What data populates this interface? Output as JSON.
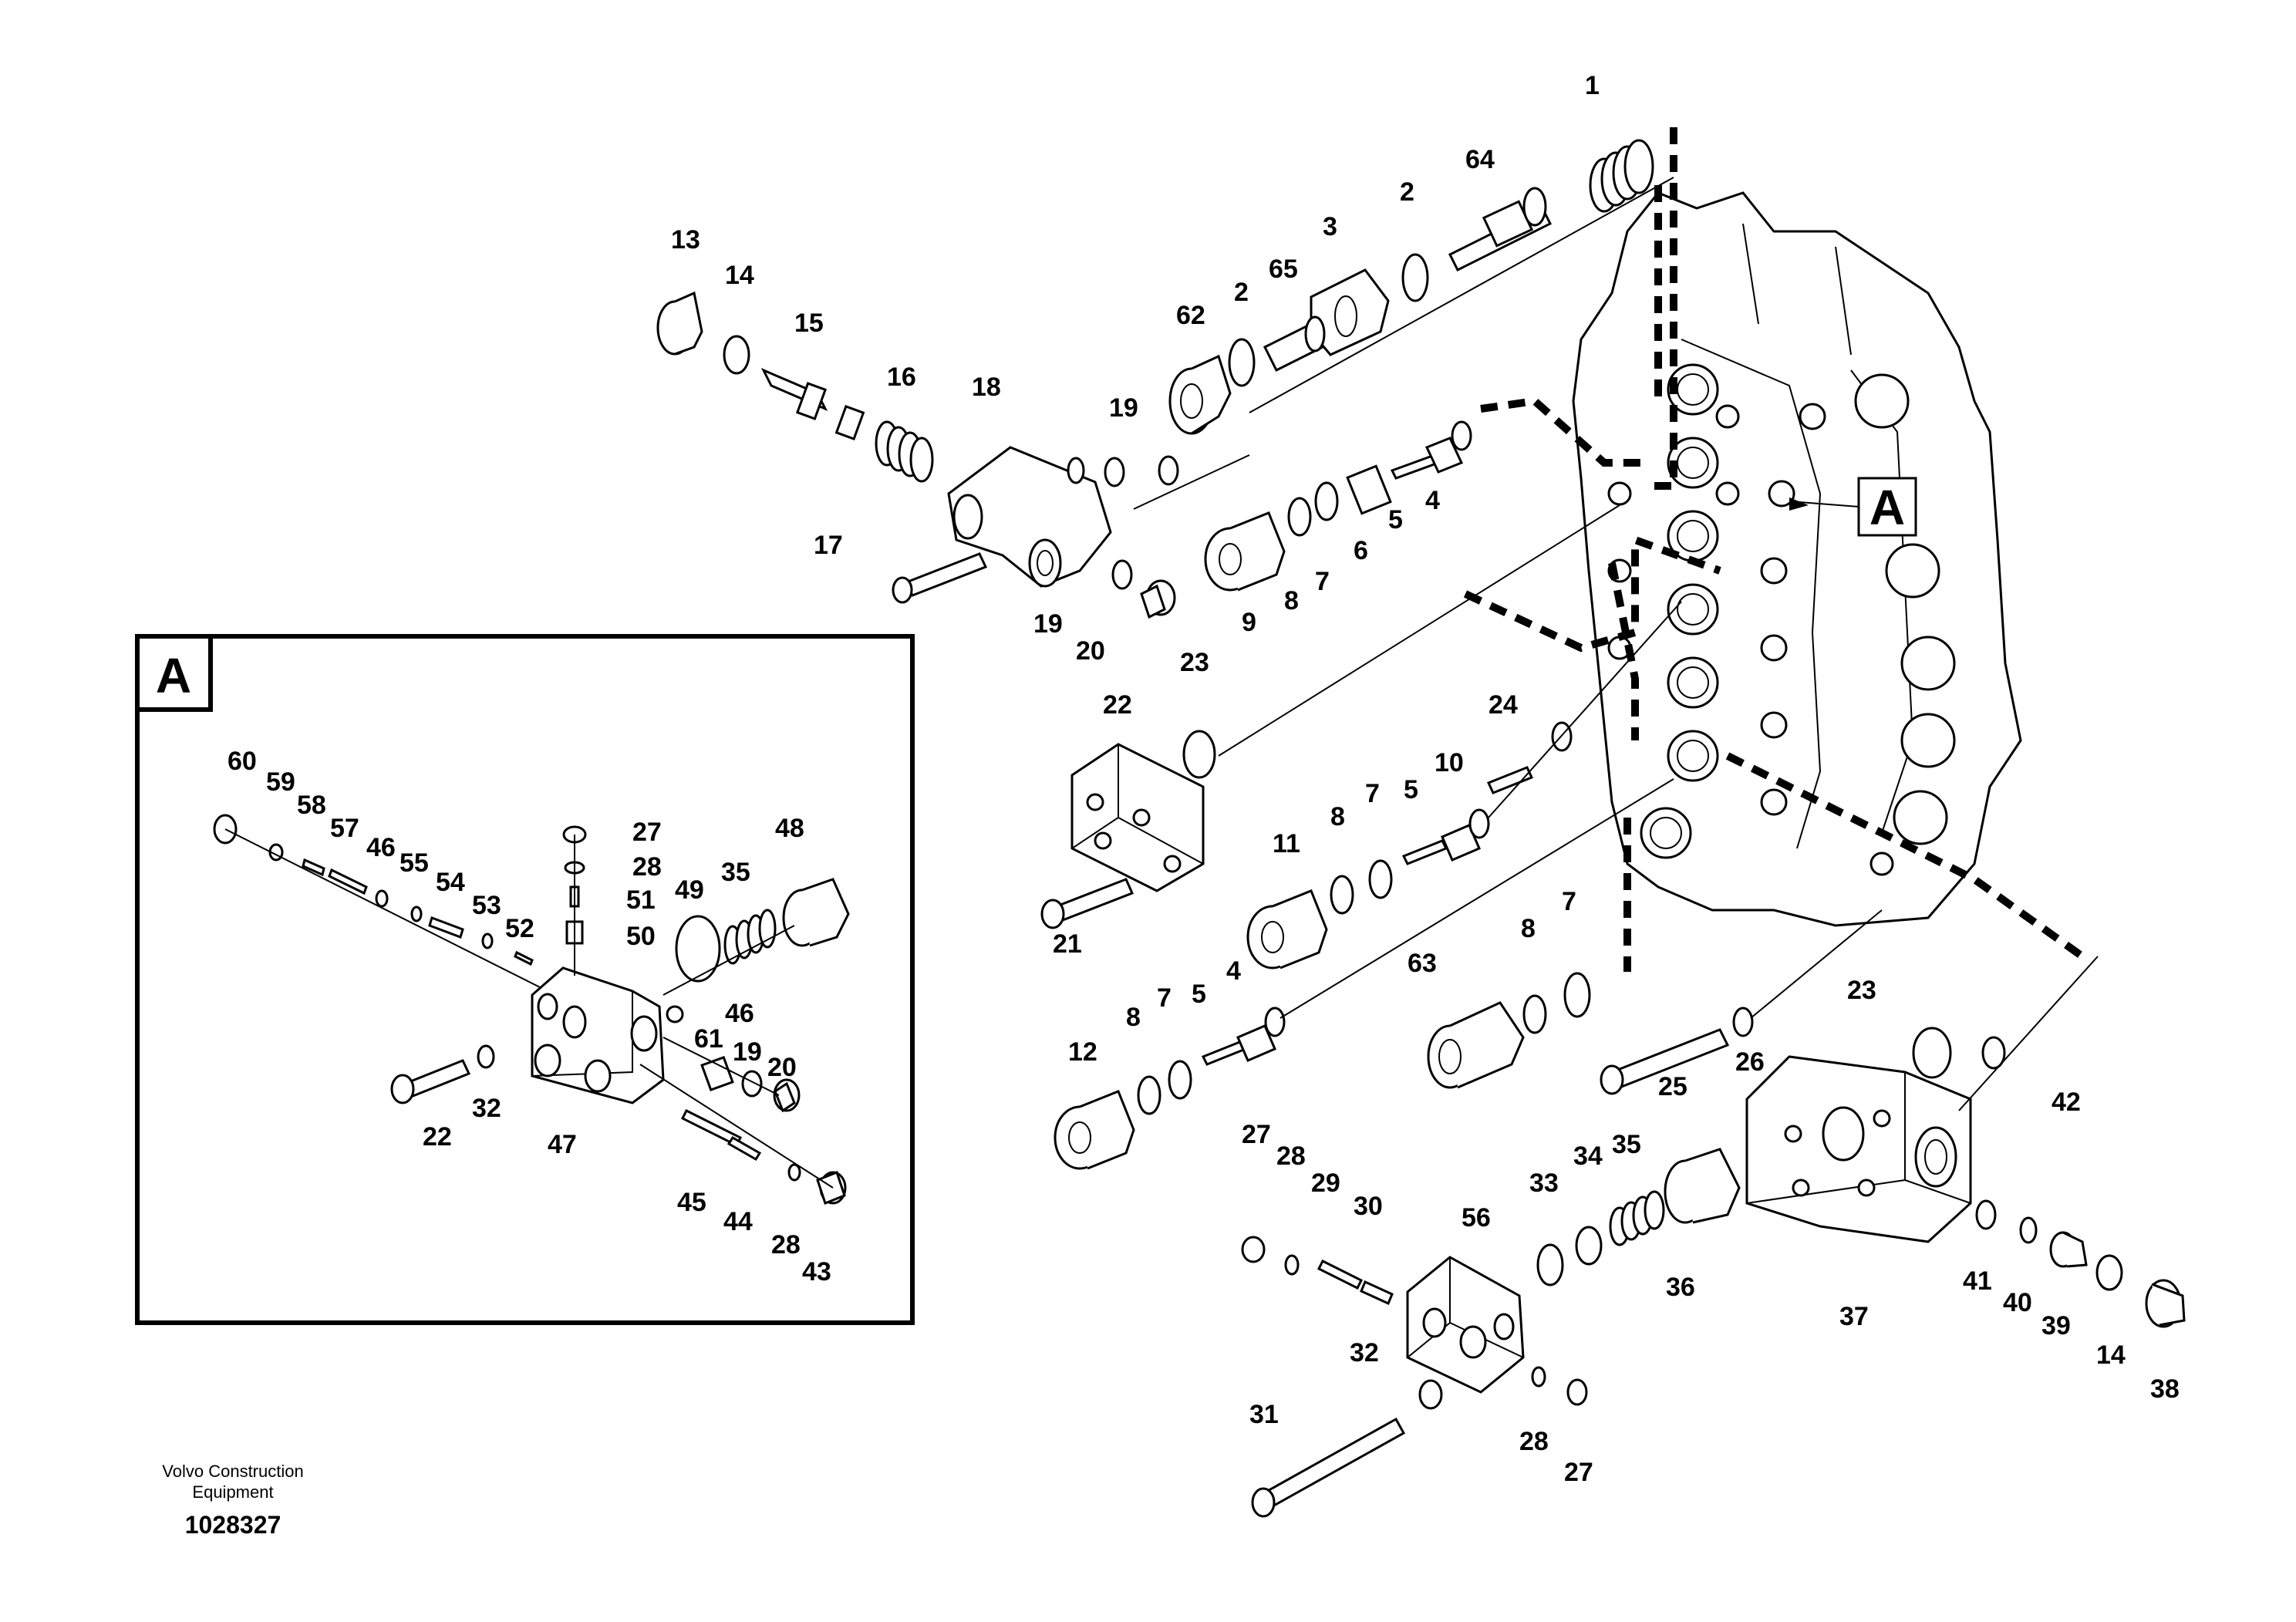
{
  "detail_marker": "A",
  "footer": {
    "company_line1": "Volvo Construction",
    "company_line2": "Equipment",
    "document_number": "1028327"
  },
  "callouts_main": [
    "1",
    "64",
    "2",
    "3",
    "2",
    "65",
    "62",
    "13",
    "14",
    "15",
    "16",
    "18",
    "19",
    "17",
    "19",
    "20",
    "9",
    "8",
    "7",
    "6",
    "5",
    "4",
    "22",
    "23",
    "21",
    "24",
    "10",
    "5",
    "7",
    "8",
    "11",
    "4",
    "5",
    "7",
    "8",
    "12",
    "63",
    "8",
    "7",
    "25",
    "26",
    "23",
    "42",
    "27",
    "28",
    "29",
    "30",
    "56",
    "33",
    "34",
    "35",
    "36",
    "37",
    "41",
    "40",
    "39",
    "14",
    "38",
    "32",
    "31",
    "28",
    "27"
  ],
  "callouts_detail": [
    "60",
    "59",
    "58",
    "57",
    "46",
    "55",
    "54",
    "53",
    "52",
    "27",
    "28",
    "51",
    "50",
    "49",
    "35",
    "48",
    "46",
    "22",
    "32",
    "47",
    "61",
    "19",
    "20",
    "45",
    "44",
    "28",
    "43"
  ]
}
